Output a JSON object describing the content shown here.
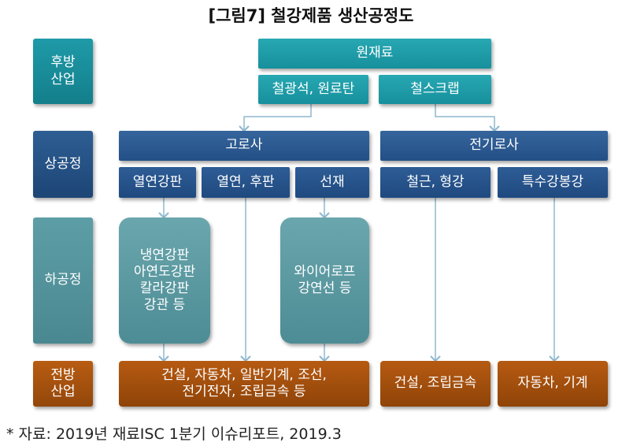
{
  "title": "[그림7] 철강제품 생산공정도",
  "side": {
    "upstream": "후방\n산업",
    "upper_process": "상공정",
    "lower_process": "하공정",
    "downstream": "전방\n산업"
  },
  "nodes": {
    "raw_material": "원재료",
    "iron_ore_coal": "철광석, 원료탄",
    "scrap": "철스크랩",
    "blast_furnace": "고로사",
    "electric_furnace": "전기로사",
    "hot_rolled_coil": "열연강판",
    "plate": "열연, 후판",
    "wire_rod": "선재",
    "rebar_section": "철근, 형강",
    "special_steel": "특수강봉강",
    "cold_rolled_group": "냉연강판\n아연도강판\n칼라강판\n강관 등",
    "wire_rope_group": "와이어로프\n강연선 등",
    "industry_main": "건설, 자동차, 일반기계, 조선,\n전기전자, 조립금속 등",
    "industry_construction": "건설, 조립금속",
    "industry_auto": "자동차, 기계"
  },
  "colors": {
    "teal": "#1a9aa6",
    "navy": "#2a578d",
    "slate": "#5a99a1",
    "brown": "#a2500d",
    "connector": "#8fb8cf"
  },
  "footnote": "* 자료: 2019년 재료ISC 1분기 이슈리포트, 2019.3"
}
